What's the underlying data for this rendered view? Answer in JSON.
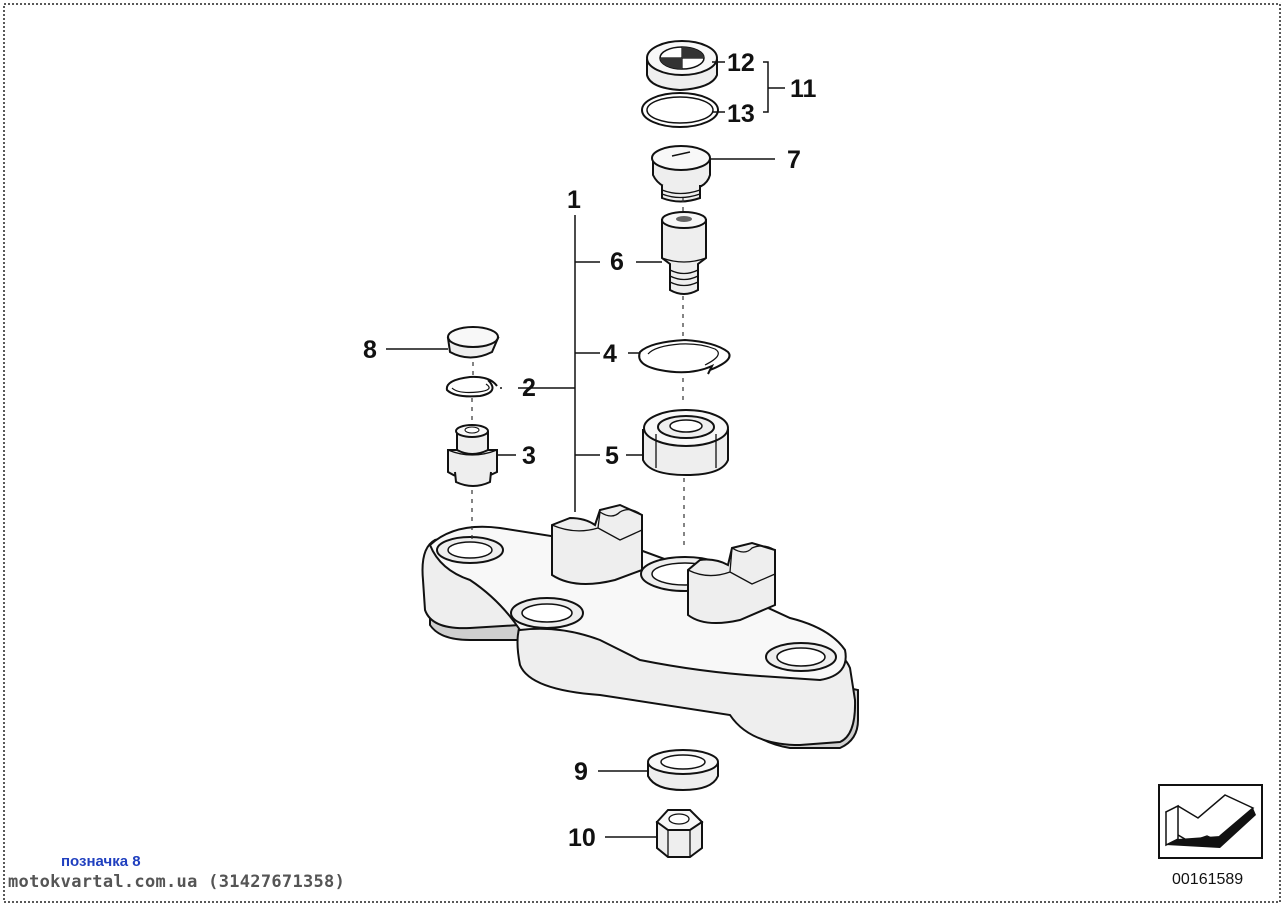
{
  "callouts": {
    "c1": "1",
    "c2": "2",
    "c3": "3",
    "c4": "4",
    "c5": "5",
    "c6": "6",
    "c7": "7",
    "c8": "8",
    "c9": "9",
    "c10": "10",
    "c11": "11",
    "c12": "12",
    "c13": "13"
  },
  "diagram_id": "00161589",
  "watermark": {
    "label": "позначка 8",
    "site": "motokvartal.com.ua (31427671358)"
  },
  "icons": [
    "bmw-roundel-icon",
    "view-direction-arrow-icon"
  ],
  "colors": {
    "line": "#111111",
    "part_fill": "#eeeeee",
    "watermark_label": "#1f3fbf",
    "watermark_site": "#555555"
  }
}
